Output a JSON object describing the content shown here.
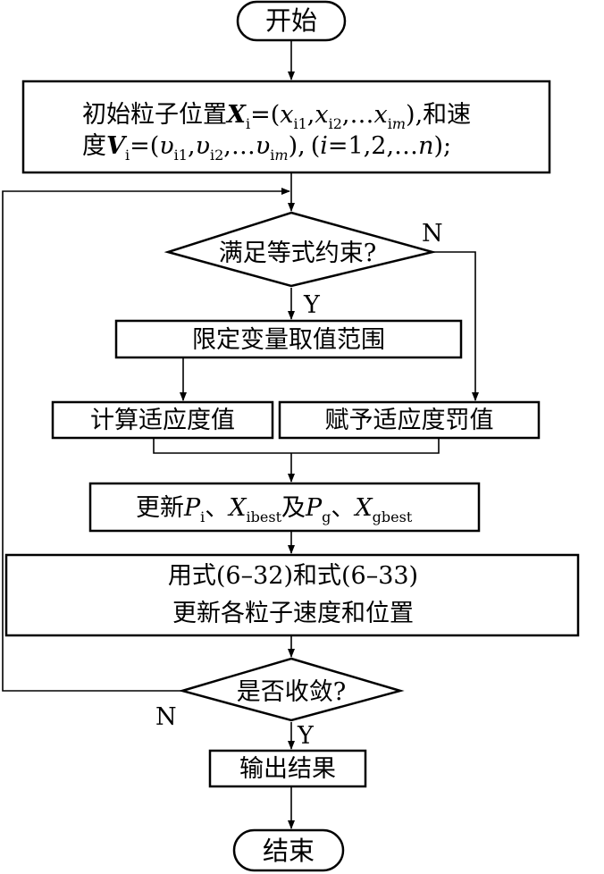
{
  "nodes": {
    "start": "开始",
    "init_a": "初始粒子位置",
    "X": "X",
    "i": "i",
    "x": "x",
    "i1": "i1",
    "i2": "i2",
    "im_i": "i",
    "im_m": "m",
    "and_speed": "和速",
    "du": "度",
    "V": "V",
    "v": "υ",
    "n": "n",
    "eq_open": "=(",
    "comma": ",",
    "ell": "…",
    "close_paren_comma": "),",
    "close_paren": ")",
    "paren_i": "(",
    "i_var": "i",
    "eq_range": "=1,2,…",
    "semi": ");",
    "cond": "满足等式约束?",
    "limit": "限定变量取值范围",
    "calc_fit": "计算适应度值",
    "penalty": "赋予适应度罚值",
    "update_a": "更新",
    "P": "P",
    "dun": "、",
    "ibest": "ibest",
    "ji": "及",
    "g": "g",
    "gbest": "gbest",
    "update_formula_1": "用式(6–32)和式(6–33)",
    "update_formula_2": "更新各粒子速度和位置",
    "converge": "是否收敛?",
    "output": "输出结果",
    "end": "结束"
  },
  "labels": {
    "yes1": "Y",
    "no1": "N",
    "no2": "N",
    "yes2": "Y"
  }
}
